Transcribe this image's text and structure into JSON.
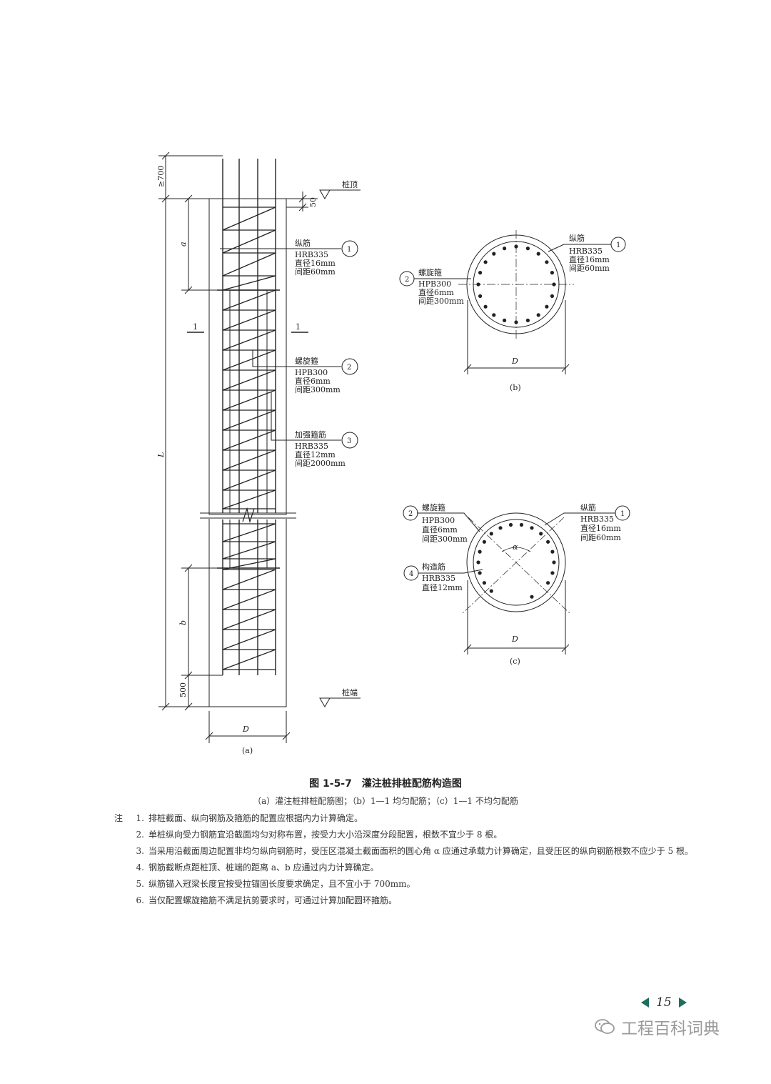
{
  "figure_a": {
    "label_pile_top": "桩顶",
    "label_pile_end": "桩端",
    "dim_700": "≥700",
    "dim_50": "50",
    "dim_a": "a",
    "dim_L": "L",
    "dim_b": "b",
    "dim_500": "500",
    "dim_D": "D",
    "section_mark_left": "1",
    "section_mark_right": "1",
    "caption": "(a)",
    "callouts": [
      {
        "num": "1",
        "lines": [
          "纵筋",
          "HRB335",
          "直径16mm",
          "间距60mm"
        ]
      },
      {
        "num": "2",
        "lines": [
          "螺旋箍",
          "HPB300",
          "直径6mm",
          "间距300mm"
        ]
      },
      {
        "num": "3",
        "lines": [
          "加强箍筋",
          "HRB335",
          "直径12mm",
          "间距2000mm"
        ]
      }
    ]
  },
  "figure_b": {
    "caption": "(b)",
    "dim_D": "D",
    "callouts": [
      {
        "num": "1",
        "lines": [
          "纵筋",
          "HRB335",
          "直径16mm",
          "间距60mm"
        ]
      },
      {
        "num": "2",
        "lines": [
          "螺旋箍",
          "HPB300",
          "直径6mm",
          "间距300mm"
        ]
      }
    ]
  },
  "figure_c": {
    "caption": "(c)",
    "dim_D": "D",
    "angle_label": "α",
    "callouts": [
      {
        "num": "1",
        "lines": [
          "纵筋",
          "HRB335",
          "直径16mm",
          "间距60mm"
        ]
      },
      {
        "num": "2",
        "lines": [
          "螺旋箍",
          "HPB300",
          "直径6mm",
          "间距300mm"
        ]
      },
      {
        "num": "4",
        "lines": [
          "构造筋",
          "HRB335",
          "直径12mm"
        ]
      }
    ]
  },
  "title": "图 1-5-7　灌注桩排桩配筋构造图",
  "subtitle": "（a）灌注桩排桩配筋图；（b）1—1 均匀配筋；（c）1—1 不均匀配筋",
  "notes_label": "注",
  "notes": [
    {
      "num": "1.",
      "text": "排桩截面、纵向钢筋及箍筋的配置应根据内力计算确定。"
    },
    {
      "num": "2.",
      "text": "单桩纵向受力钢筋宜沿截面均匀对称布置，按受力大小沿深度分段配置，根数不宜少于 8 根。"
    },
    {
      "num": "3.",
      "text": "当采用沿截面周边配置非均匀纵向钢筋时，受压区混凝土截面面积的圆心角 α 应通过承载力计算确定，且受压区的纵向钢筋根数不应少于 5 根。"
    },
    {
      "num": "4.",
      "text": "钢筋截断点距桩顶、桩端的距离 a、b 应通过内力计算确定。"
    },
    {
      "num": "5.",
      "text": "纵筋锚入冠梁长度宜按受拉锚固长度要求确定，且不宜小于 700mm。"
    },
    {
      "num": "6.",
      "text": "当仅配置螺旋箍筋不满足抗剪要求时，可通过计算加配圆环箍筋。"
    }
  ],
  "page_number": "15",
  "watermark": "工程百科词典"
}
